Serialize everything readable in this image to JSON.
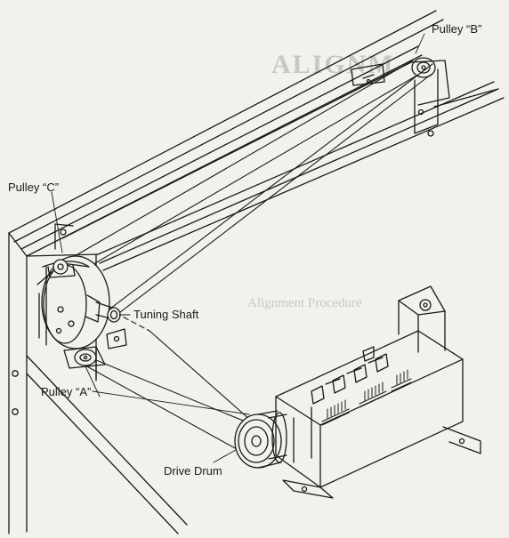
{
  "labels": {
    "pulley_b": "Pulley “B”",
    "pulley_c": "Pulley “C”",
    "tuning_shaft": "Tuning Shaft",
    "pulley_a": "Pulley “A”",
    "drive_drum": "Drive Drum"
  },
  "bleed_through": {
    "heading": "ALIGNM",
    "subheading": "Alignment Procedure"
  },
  "colors": {
    "paper": "#f2f1ee",
    "ink": "#1a1a1a",
    "bleed_through": "#c9c7c2"
  }
}
